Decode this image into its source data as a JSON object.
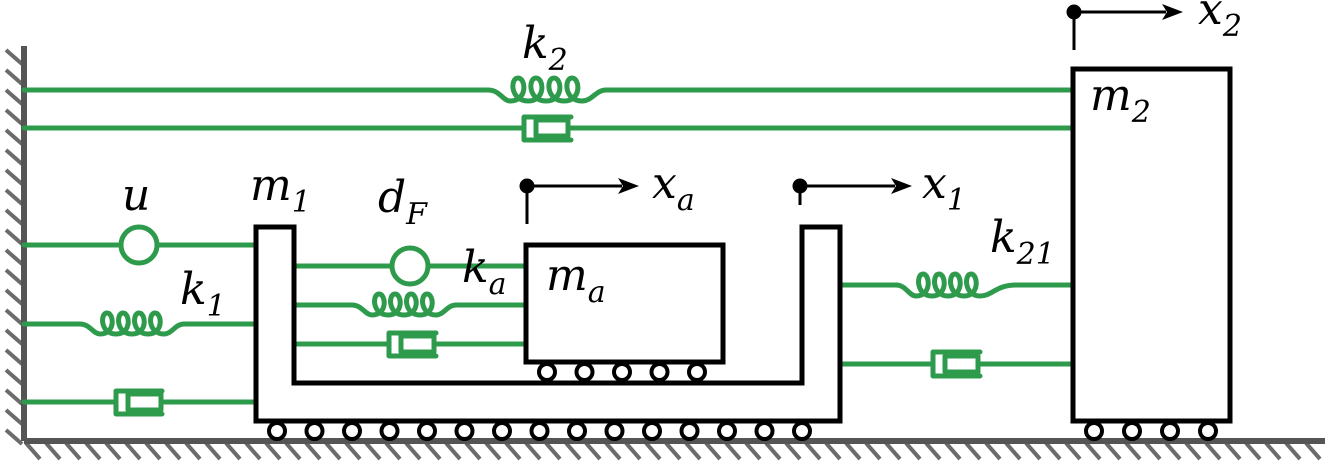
{
  "colors": {
    "element": "#2e9b4c",
    "structure": "#000000",
    "hatch": "#6b6b6b",
    "background": "#ffffff"
  },
  "labels": {
    "k2": {
      "base": "k",
      "sub": "2"
    },
    "m2": {
      "base": "m",
      "sub": "2"
    },
    "x2": {
      "base": "x",
      "sub": "2"
    },
    "u": {
      "base": "u",
      "sub": ""
    },
    "m1": {
      "base": "m",
      "sub": "1"
    },
    "dF": {
      "base": "d",
      "sub": "F"
    },
    "xa": {
      "base": "x",
      "sub": "a"
    },
    "x1": {
      "base": "x",
      "sub": "1"
    },
    "k1": {
      "base": "k",
      "sub": "1"
    },
    "ka": {
      "base": "k",
      "sub": "a"
    },
    "ma": {
      "base": "m",
      "sub": "a"
    },
    "k21": {
      "base": "k",
      "sub": "21"
    }
  },
  "icons": {
    "spring": "spring-icon",
    "damper": "damper-icon",
    "actuator": "force-actuator-icon",
    "wheel": "wheel-icon",
    "arrow": "displacement-arrow-icon"
  }
}
